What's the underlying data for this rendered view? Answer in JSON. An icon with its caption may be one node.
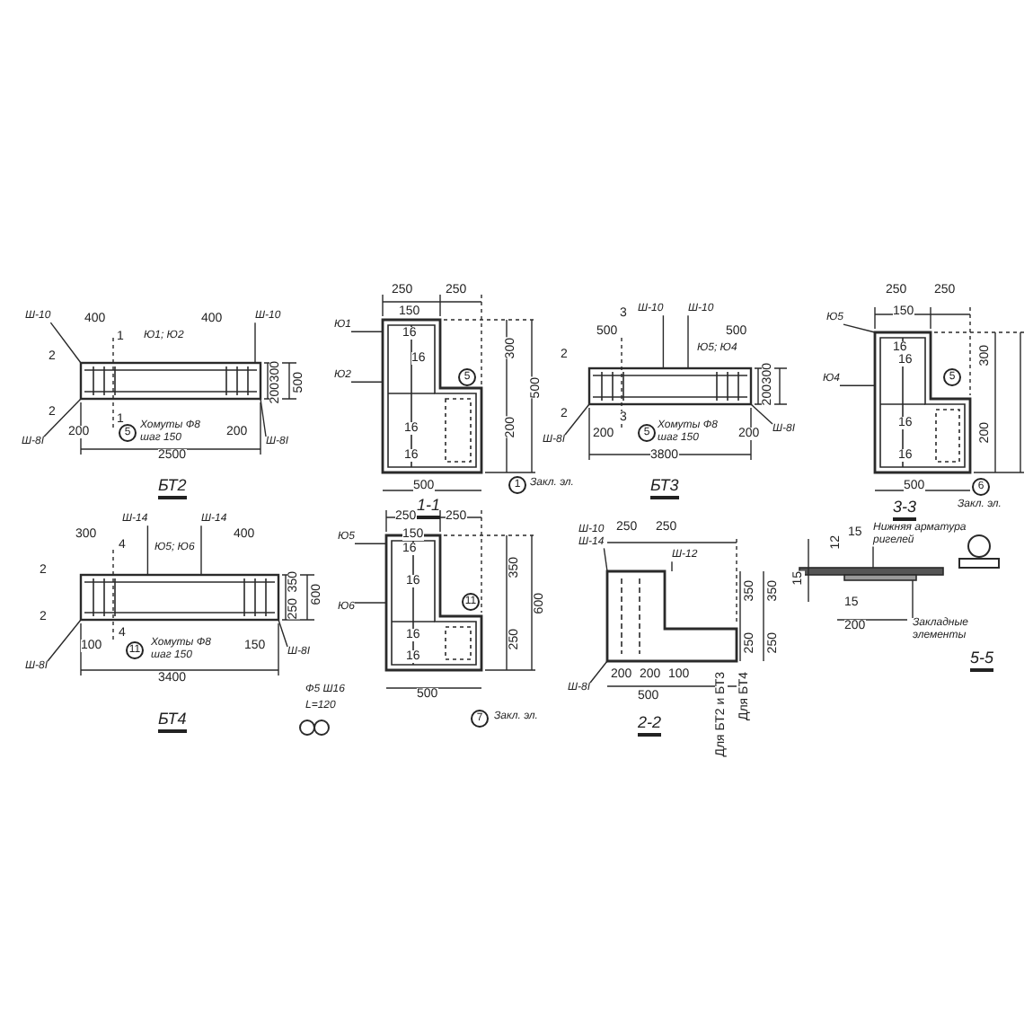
{
  "diagram": {
    "nodes": [
      {
        "text": [
          "Ш-10"
        ]
      },
      {
        "text": [
          "Ш-10"
        ]
      },
      {
        "text": [
          "Ш-8I"
        ]
      },
      {
        "text": [
          "Ш-8I"
        ]
      },
      {
        "text": [
          "Ю1"
        ]
      },
      {
        "text": [
          "Ю2"
        ]
      },
      {
        "text": [
          "Ш-10"
        ]
      },
      {
        "text": [
          "Ш-10"
        ]
      },
      {
        "text": [
          "Ш-8I"
        ]
      },
      {
        "text": [
          "Ш-8I"
        ]
      },
      {
        "text": [
          "Ю5"
        ]
      },
      {
        "text": [
          "Ю4"
        ]
      },
      {
        "text": [
          "Ш-14"
        ]
      },
      {
        "text": [
          "Ш-14"
        ]
      },
      {
        "text": [
          "Ш-8I"
        ]
      },
      {
        "text": [
          "Ш-8I"
        ]
      },
      {
        "text": [
          "Ю5"
        ]
      },
      {
        "text": [
          "Ю6"
        ]
      },
      {
        "text": [
          "Ш-10",
          "Ш-14"
        ]
      },
      {
        "text": [
          "Ш-12"
        ]
      },
      {
        "text": [
          "Ш-8I"
        ]
      },
      {
        "text": [
          "Нижняя арматура ригелей"
        ]
      },
      {
        "text": [
          "Закладные элементы"
        ]
      },
      {
        "text": [],
        "shape": "picture"
      },
      {
        "text": [],
        "shape": "picture"
      },
      {
        "text": [],
        "shape": "picture"
      },
      {
        "text": [],
        "shape": "picture"
      },
      {
        "text": [],
        "shape": "picture"
      },
      {
        "text": [],
        "shape": "picture"
      },
      {
        "text": [],
        "shape": "picture"
      },
      {
        "text": [],
        "shape": "bar"
      }
    ],
    "edges": [
      {
        "from": 0,
        "to": 23,
        "arrow": "none"
      },
      {
        "from": 1,
        "to": 23,
        "arrow": "none"
      },
      {
        "from": 2,
        "to": 23,
        "arrow": "none"
      },
      {
        "from": 3,
        "to": 23,
        "arrow": "none"
      },
      {
        "from": 4,
        "to": 24,
        "arrow": "none"
      },
      {
        "from": 5,
        "to": 24,
        "arrow": "none"
      },
      {
        "from": 6,
        "to": 25,
        "arrow": "none"
      },
      {
        "from": 7,
        "to": 25,
        "arrow": "none"
      },
      {
        "from": 8,
        "to": 25,
        "arrow": "none"
      },
      {
        "from": 9,
        "to": 25,
        "arrow": "none"
      },
      {
        "from": 10,
        "to": 26,
        "arrow": "none"
      },
      {
        "from": 11,
        "to": 26,
        "arrow": "none"
      },
      {
        "from": 12,
        "to": 27,
        "arrow": "none"
      },
      {
        "from": 13,
        "to": 27,
        "arrow": "none"
      },
      {
        "from": 14,
        "to": 27,
        "arrow": "none"
      },
      {
        "from": 15,
        "to": 27,
        "arrow": "none"
      },
      {
        "from": 16,
        "to": 28,
        "arrow": "none"
      },
      {
        "from": 17,
        "to": 28,
        "arrow": "none"
      },
      {
        "from": 18,
        "to": 29,
        "arrow": "none"
      },
      {
        "from": 19,
        "to": 29,
        "arrow": "none"
      },
      {
        "from": 20,
        "to": 29,
        "arrow": "none"
      },
      {
        "from": 21,
        "to": 30,
        "arrow": "none"
      },
      {
        "from": 22,
        "to": 30,
        "arrow": "none"
      }
    ],
    "labels": [
      "400",
      "400",
      "1",
      "Ю1; Ю2",
      "2",
      "300",
      "200",
      "500",
      "2",
      "1",
      "200",
      "5",
      "Хомуты Ф8 шаг 150",
      "200",
      "2500",
      "БТ2",
      "250",
      "250",
      "150",
      "16",
      "16",
      "16",
      "16",
      "300",
      "200",
      "500",
      "5",
      "500",
      "1",
      "Закл. эл.",
      "1-1",
      "3",
      "500",
      "500",
      "2",
      "Ю5; Ю4",
      "300",
      "200",
      "2",
      "3",
      "200",
      "5",
      "Хомуты Ф8 шаг 150",
      "200",
      "3800",
      "БТ3",
      "250",
      "250",
      "150",
      "16",
      "16",
      "16",
      "16",
      "300",
      "200",
      "5",
      "500",
      "6",
      "Закл. эл.",
      "3-3",
      "300",
      "400",
      "4",
      "Ю5; Ю6",
      "2",
      "350",
      "250",
      "600",
      "2",
      "4",
      "100",
      "11",
      "Хомуты Ф8 шаг 150",
      "150",
      "3400",
      "БТ4",
      "Ф5 Ш16",
      "L=120",
      "250",
      "250",
      "150",
      "16",
      "16",
      "16",
      "16",
      "350",
      "250",
      "600",
      "11",
      "500",
      "7",
      "Закл. эл.",
      "250",
      "250",
      "350",
      "250",
      "350",
      "250",
      "200",
      "200",
      "100",
      "500",
      "Для БТ2 и БТ3",
      "Для БТ4",
      "2-2",
      "12",
      "15",
      "15",
      "200",
      "5-5",
      "15"
    ]
  }
}
